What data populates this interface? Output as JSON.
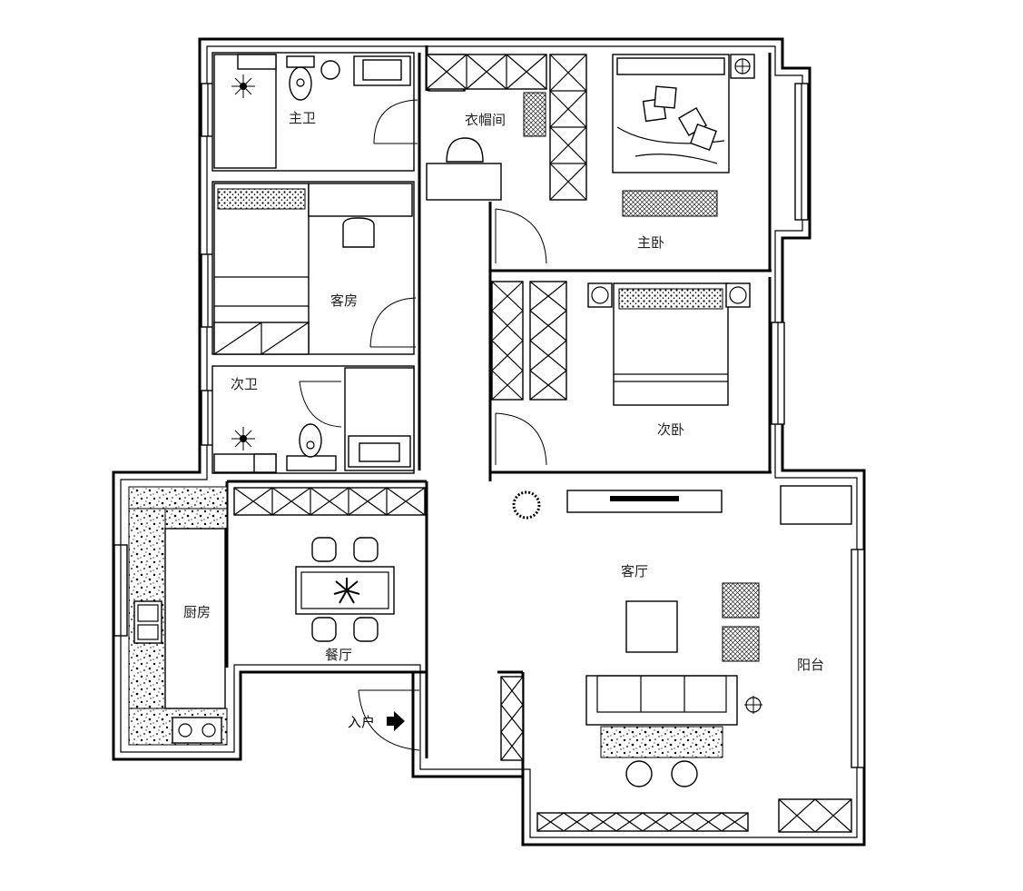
{
  "rooms": {
    "master_bath": "主卫",
    "cloakroom": "衣帽间",
    "master_bedroom": "主卧",
    "guest_room": "客房",
    "second_bath": "次卫",
    "second_bedroom": "次卧",
    "kitchen": "厨房",
    "dining": "餐厅",
    "living": "客厅",
    "balcony": "阳台"
  },
  "entrance": {
    "label": "入户",
    "arrow": "arrow-right-icon"
  },
  "colors": {
    "line": "#000000",
    "background": "#ffffff"
  }
}
